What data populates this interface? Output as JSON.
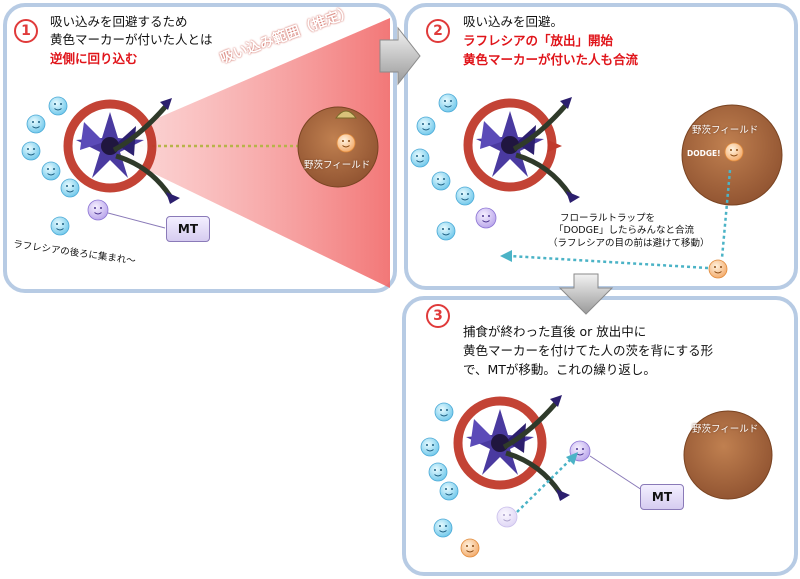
{
  "step1": {
    "number": "1",
    "lines": [
      "吸い込みを回避するため",
      "黄色マーカーが付いた人とは"
    ],
    "highlight": "逆側に回り込む",
    "range_label": "吸い込み範囲（推定）",
    "field_label": "野茨フィールド",
    "mt_label": "MT",
    "gather_text": "ラフレシアの後ろに集まれ～"
  },
  "step2": {
    "number": "2",
    "line1": "吸い込みを回避。",
    "highlight1": "ラフレシアの「放出」開始",
    "highlight2": "黄色マーカーが付いた人も合流",
    "field_label": "野茨フィールド",
    "dodge_label": "DODGE!",
    "note_lines": [
      "フローラルトラップを",
      "「DODGE」したらみんなと合流",
      "（ラフレシアの目の前は避けて移動）"
    ]
  },
  "step3": {
    "number": "3",
    "lines": [
      "捕食が終わった直後 or 放出中に",
      "黄色マーカーを付けてた人の茨を背にする形",
      "で、MTが移動。これの繰り返し。"
    ],
    "field_label": "野茨フィールド",
    "mt_label": "MT"
  },
  "colors": {
    "panel_border": "#b7cbe4",
    "accent_red": "#e0141a",
    "party_member": "#7fd0f0",
    "mt_member": "#c8b8f0",
    "marked_member": "#f5b978",
    "field": "#a0623a",
    "boss_ring": "#c0392b"
  }
}
